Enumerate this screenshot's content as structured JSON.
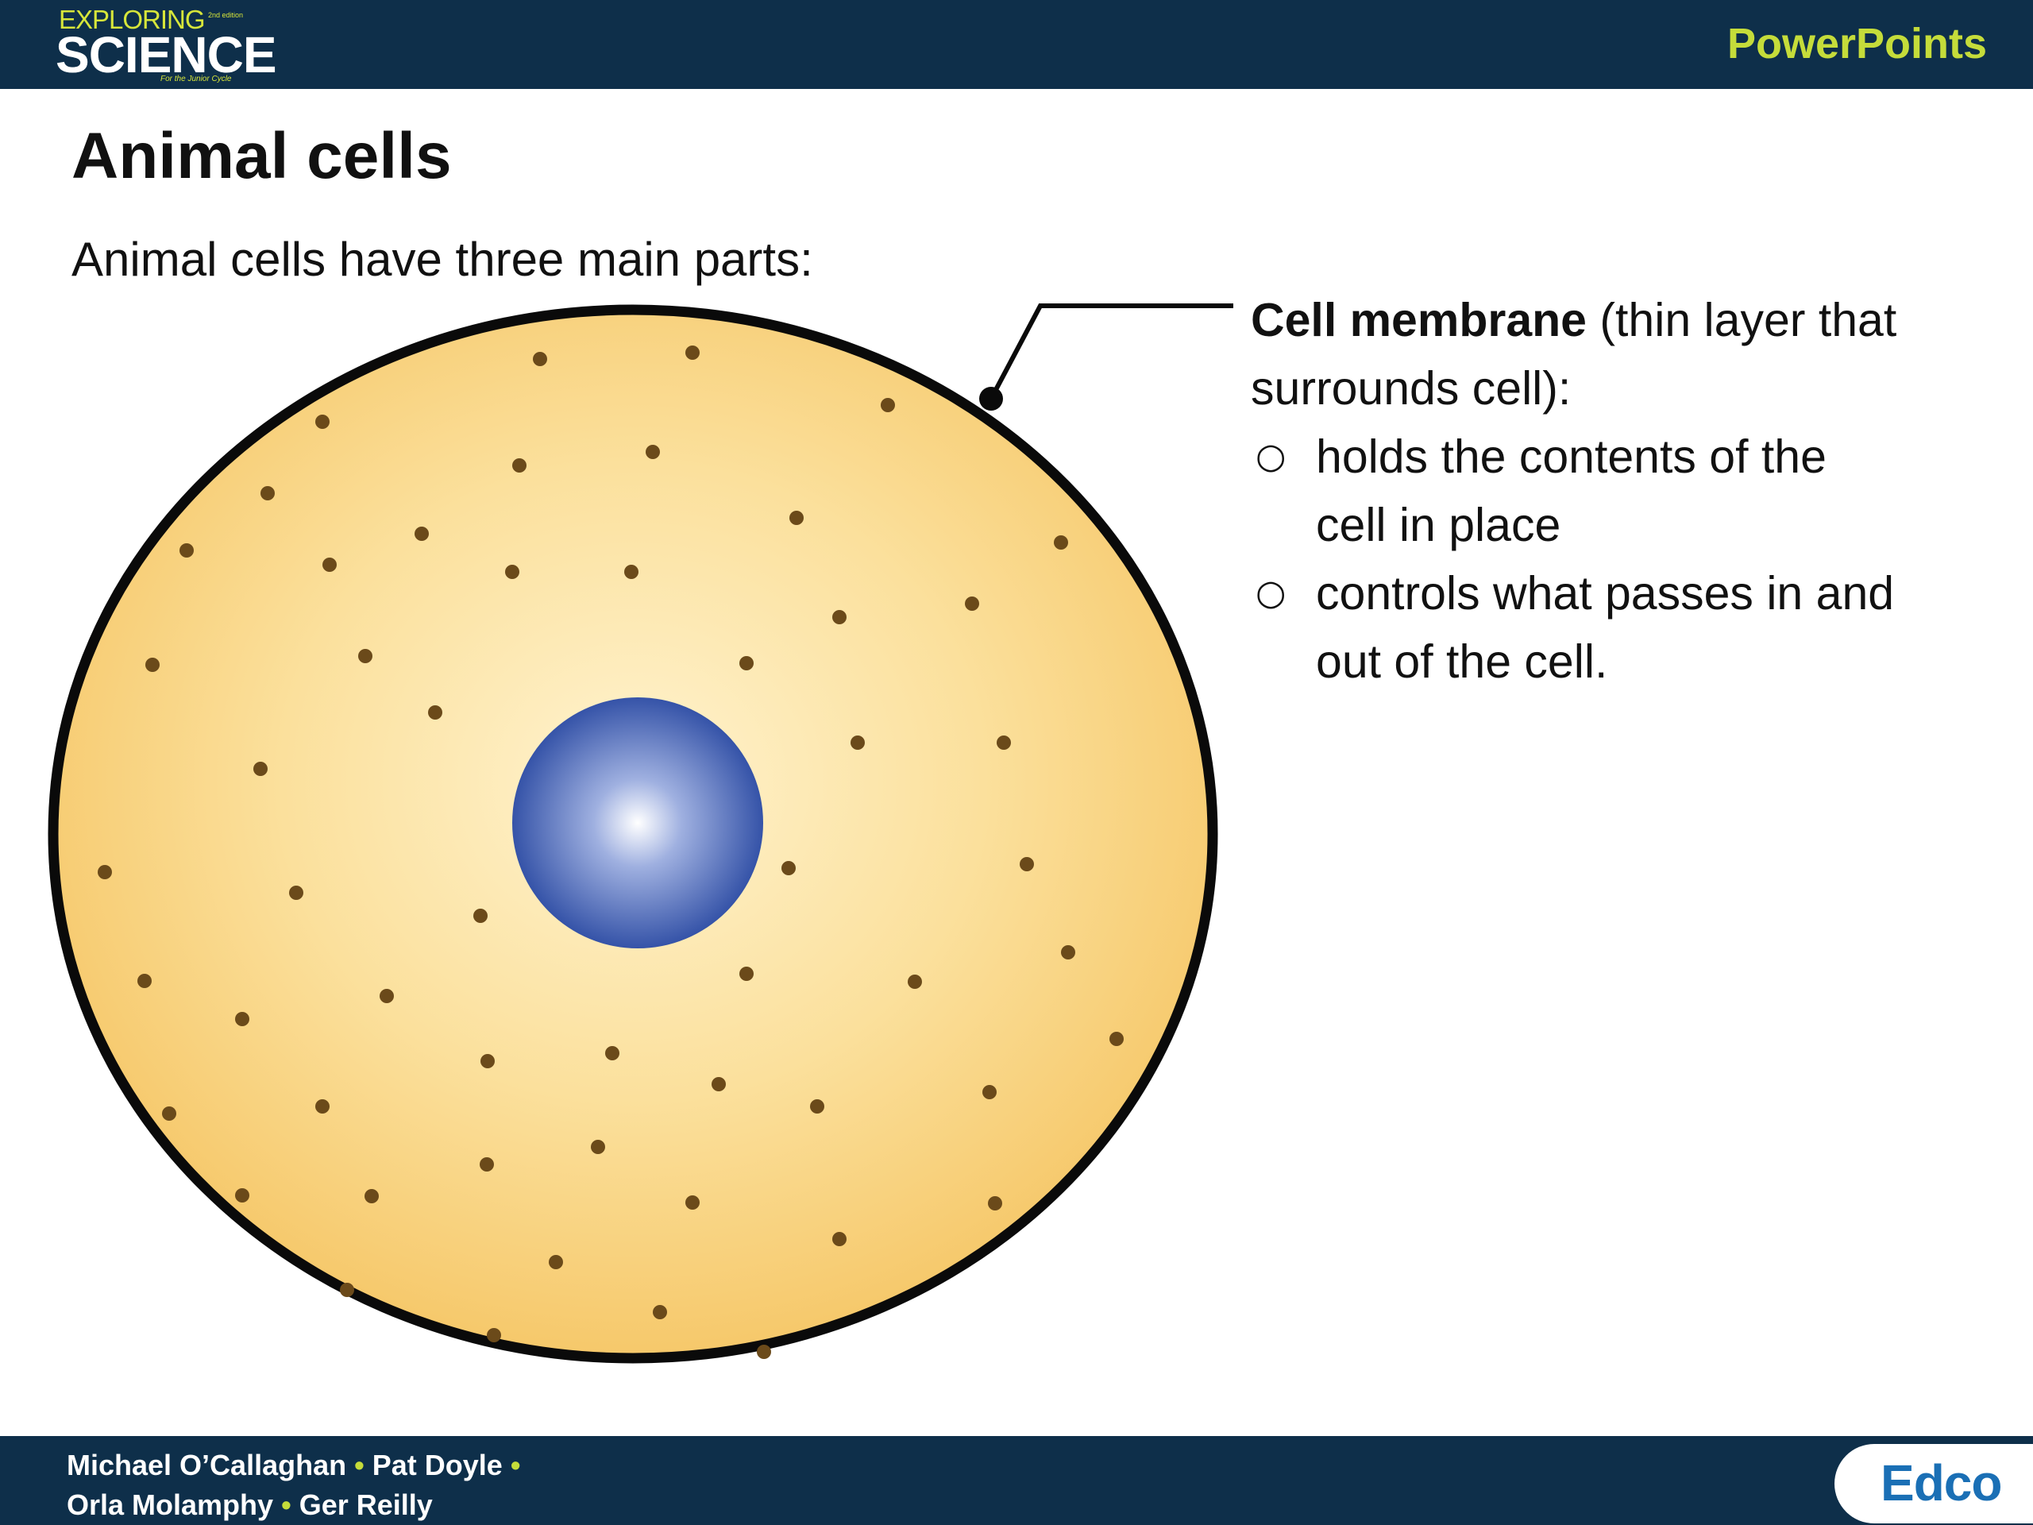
{
  "header": {
    "logo_top": "EXPLORING",
    "logo_edition": "2nd edition",
    "logo_main": "SCIENCE",
    "logo_sub": "For the Junior Cycle",
    "brand_label": "PowerPoints"
  },
  "slide": {
    "title": "Animal cells",
    "intro": "Animal cells have three main parts:",
    "caption": {
      "term": "Cell membrane",
      "definition_a": " (thin layer that",
      "definition_b": "surrounds cell):",
      "bullets": [
        {
          "line1": "holds the contents of the",
          "line2": "cell in place"
        },
        {
          "line1": "controls what passes in and",
          "line2": "out of the cell."
        }
      ]
    }
  },
  "footer": {
    "authors_line1": [
      "Michael O’Callaghan",
      "Pat Doyle"
    ],
    "authors_line2": [
      "Orla Molamphy",
      "Ger Reilly"
    ],
    "separator": "•",
    "publisher": "Edco"
  },
  "colors": {
    "bar": "#0e2f4a",
    "accent_green": "#c5dc3a",
    "cytoplasm": "#f9cf7a",
    "nucleus": "#3a5bb0",
    "publisher_blue": "#1a6fb5"
  }
}
